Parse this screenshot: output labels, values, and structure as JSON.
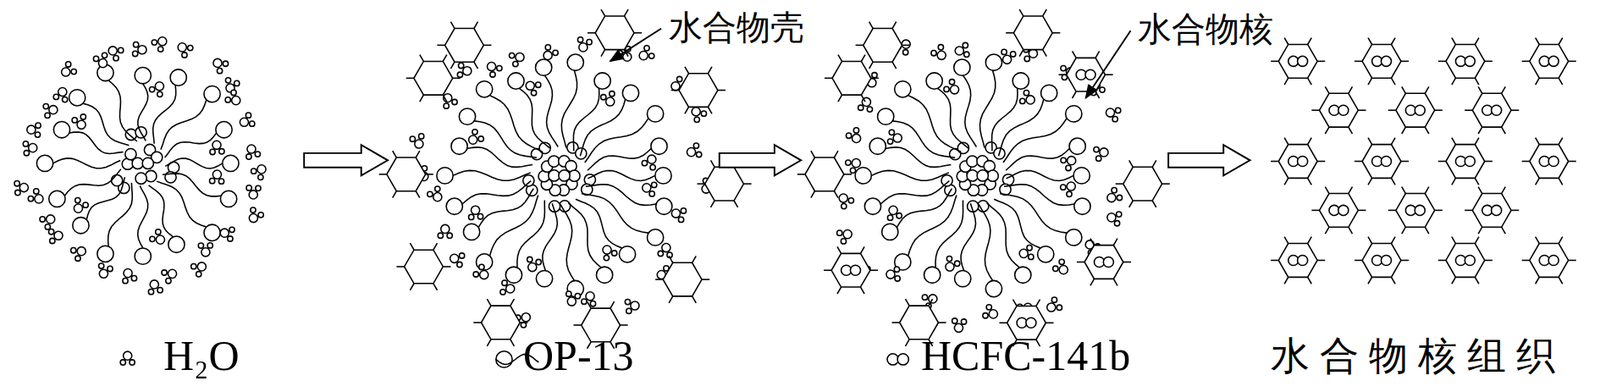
{
  "diagram": {
    "labels": [
      "水合物壳",
      "水合物核",
      "水合物核组织"
    ],
    "legend": [
      {
        "text": "H₂O"
      },
      {
        "text": "OP-13"
      },
      {
        "text": "HCFC-141b"
      }
    ]
  }
}
